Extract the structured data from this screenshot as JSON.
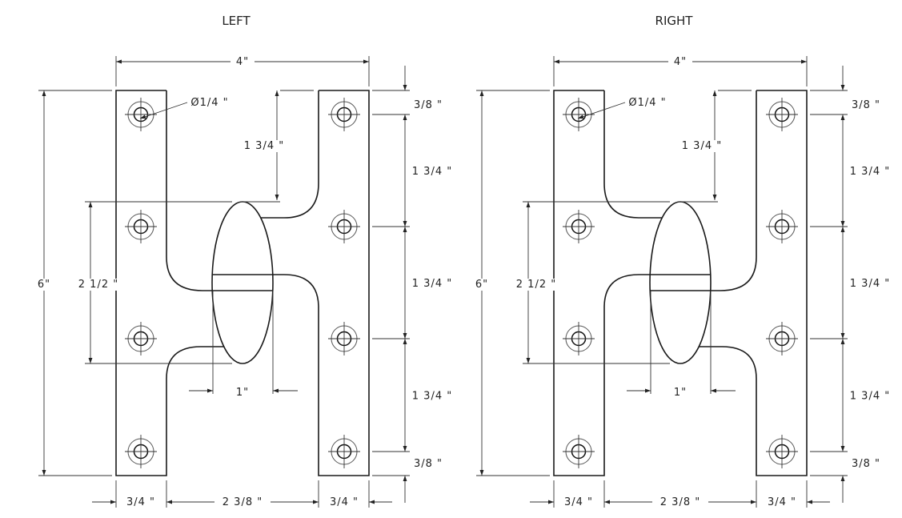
{
  "drawings": [
    {
      "title": "LEFT",
      "mirrored": false,
      "overall_width": "4\"",
      "overall_height": "6\"",
      "hole_diameter": "Ø1/4 \"",
      "knuckle_length": "2 1/2 \"",
      "knuckle_offset": "1 3/4 \"",
      "knuckle_diameter": "1\"",
      "edge_top": "3/8 \"",
      "hole_spacing": [
        "1 3/4 \"",
        "1 3/4 \"",
        "1 3/4 \""
      ],
      "edge_bottom": "3/8 \"",
      "leaf_width_left": "3/4 \"",
      "leaf_gap": "2 3/8 \"",
      "leaf_width_right": "3/4 \""
    },
    {
      "title": "RIGHT",
      "mirrored": true,
      "overall_width": "4\"",
      "overall_height": "6\"",
      "hole_diameter": "Ø1/4 \"",
      "knuckle_length": "2 1/2 \"",
      "knuckle_offset": "1 3/4 \"",
      "knuckle_diameter": "1\"",
      "edge_top": "3/8 \"",
      "hole_spacing": [
        "1 3/4 \"",
        "1 3/4 \"",
        "1 3/4 \""
      ],
      "edge_bottom": "3/8 \"",
      "leaf_width_left": "3/4 \"",
      "leaf_gap": "2 3/8 \"",
      "leaf_width_right": "3/4 \""
    }
  ]
}
